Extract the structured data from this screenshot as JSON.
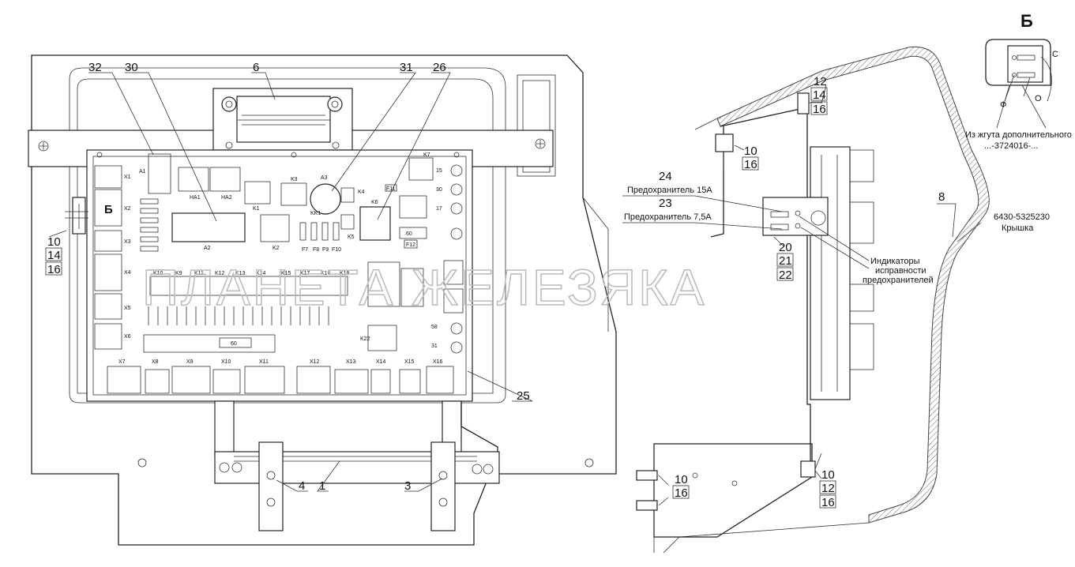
{
  "watermark": "ПЛАНЕТА ЖЕЛЕЗЯКА",
  "view_label": "Б",
  "inset_labels": {
    "c": "С",
    "f": "Ф",
    "o": "О"
  },
  "harness_note": [
    "Из жгута дополнительного",
    "...-3724016-..."
  ],
  "left_callouts": {
    "c32": "32",
    "c30": "30",
    "c6": "6",
    "c31": "31",
    "c26": "26",
    "c25": "25",
    "c4": "4",
    "c1": "1",
    "c3": "3",
    "b": "Б",
    "c10": "10",
    "c14": "14",
    "c16": "16"
  },
  "right_callouts": {
    "top": [
      "12",
      "14",
      "16"
    ],
    "mid": [
      "10",
      "16"
    ],
    "fuse15_num": "24",
    "fuse15_text": "Предохранитель 15А",
    "fuse75_num": "23",
    "fuse75_text": "Предохранитель 7,5А",
    "stack": [
      "20",
      "21",
      "22"
    ],
    "indicator_note": [
      "Индикаторы",
      "исправности",
      "предохранителей"
    ],
    "c8": "8",
    "cover_code": "6430-5325230",
    "cover_text": "Крышка",
    "bottom_left": [
      "10",
      "16"
    ],
    "bottom_right": [
      "10",
      "12",
      "16"
    ]
  },
  "board": {
    "top_rows": [
      "A1",
      "HA1",
      "HA2",
      "K1",
      "K3",
      "A3",
      "K4",
      "K5",
      "K6",
      "K7",
      "KK1",
      "K2"
    ],
    "relay_row": [
      "K10",
      "K9",
      "K11",
      "K12",
      "K13",
      "K14",
      "K15",
      "K17",
      "K16",
      "K18"
    ],
    "fuse_row": [
      "F7",
      "F8",
      "F9",
      "F10"
    ],
    "fuse_tags": [
      "F12",
      "F11",
      "60",
      "15",
      "30",
      "17",
      "58",
      "31",
      "K22",
      "A2"
    ],
    "left_connectors": [
      "X1",
      "X2",
      "X3",
      "X4",
      "X5",
      "X6"
    ],
    "bottom_connectors": [
      "X7",
      "X8",
      "X9",
      "X10",
      "X11",
      "X12",
      "X13",
      "X14",
      "X15",
      "X16"
    ]
  }
}
